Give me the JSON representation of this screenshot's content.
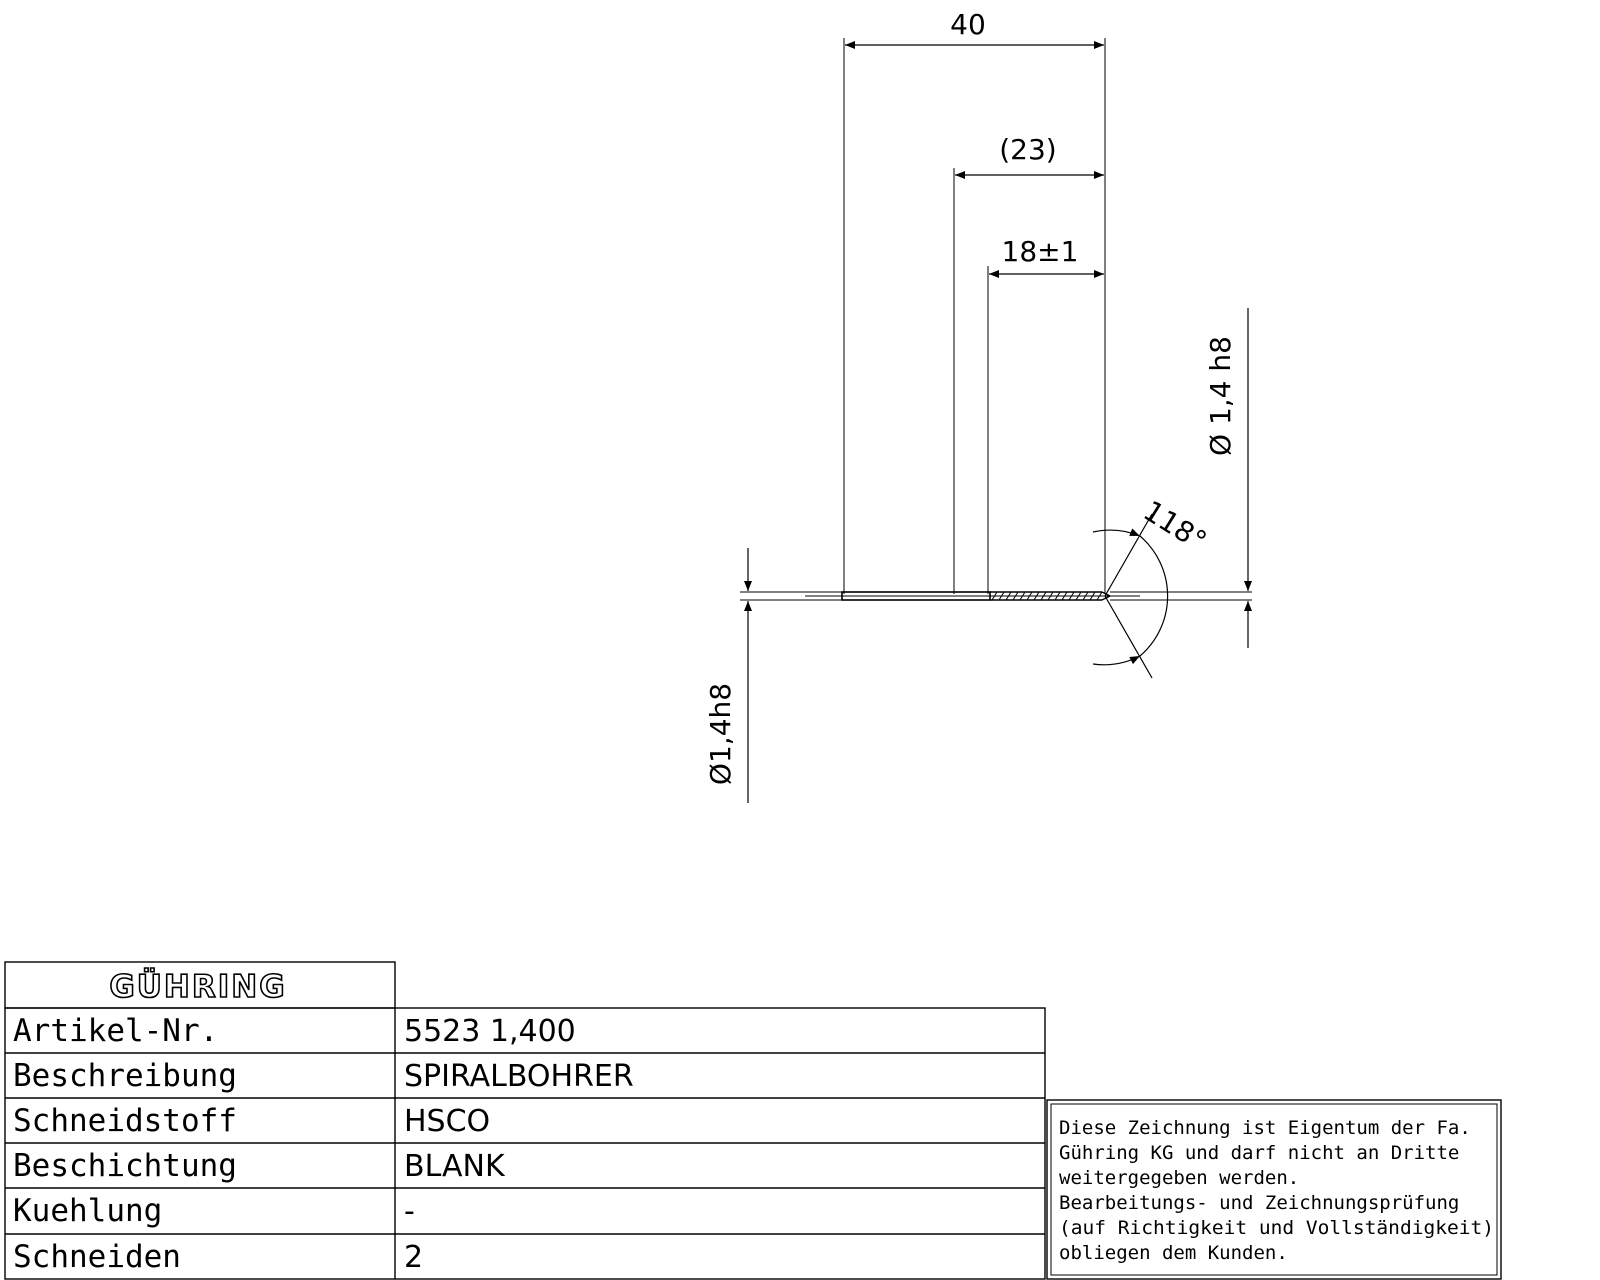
{
  "dimensions": {
    "overall_length": "40",
    "flute_length": "(23)",
    "flute_tolerance": "18±1",
    "diameter_right": "Ø 1,4 h8",
    "diameter_left": "Ø1,4h8",
    "point_angle": "118°"
  },
  "title_block": {
    "logo": "GÜHRING",
    "rows": [
      {
        "label": "Artikel-Nr.",
        "value": "5523 1,400"
      },
      {
        "label": "Beschreibung",
        "value": "SPIRALBOHRER"
      },
      {
        "label": "Schneidstoff",
        "value": "HSCO"
      },
      {
        "label": "Beschichtung",
        "value": "BLANK"
      },
      {
        "label": "Kuehlung",
        "value": "-"
      },
      {
        "label": "Schneiden",
        "value": "2"
      }
    ]
  },
  "notice": {
    "lines": [
      "Diese Zeichnung ist Eigentum der Fa.",
      "Gühring KG und darf nicht an Dritte",
      "weitergegeben werden.",
      "Bearbeitungs- und Zeichnungsprüfung",
      "(auf Richtigkeit und Vollständigkeit)",
      "obliegen dem Kunden."
    ]
  }
}
